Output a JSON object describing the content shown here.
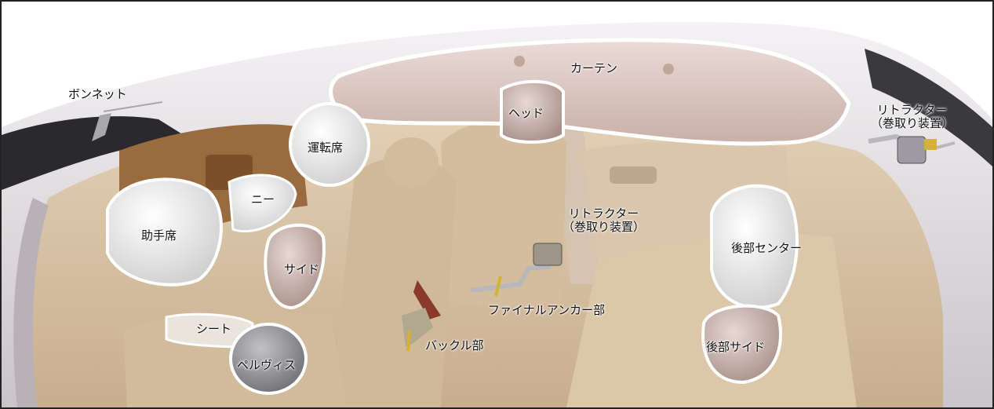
{
  "labels": {
    "bonnet": "ボンネット",
    "curtain": "カーテン",
    "head": "ヘッド",
    "driver": "運転席",
    "knee": "ニー",
    "passenger": "助手席",
    "side": "サイド",
    "seat": "シート",
    "pelvis": "ペルヴィス",
    "buckle": "バックル部",
    "final_anchor": "ファイナルアンカー部",
    "retractor_mid_1": "リトラクター",
    "retractor_mid_2": "（巻取り装置）",
    "retractor_right_1": "リトラクター",
    "retractor_right_2": "（巻取り装置）",
    "rear_center": "後部センター",
    "rear_side": "後部サイド"
  },
  "colors": {
    "frame": "#222222",
    "body_shell": "#e4e0e4",
    "interior": "#d9c3a6",
    "seat": "#d6c2a4",
    "airbag_white": "#eeeeee",
    "airbag_pink": "#c9b3ab",
    "airbag_gray": "#8f8f95",
    "dash_wood": "#9a6b3e"
  }
}
